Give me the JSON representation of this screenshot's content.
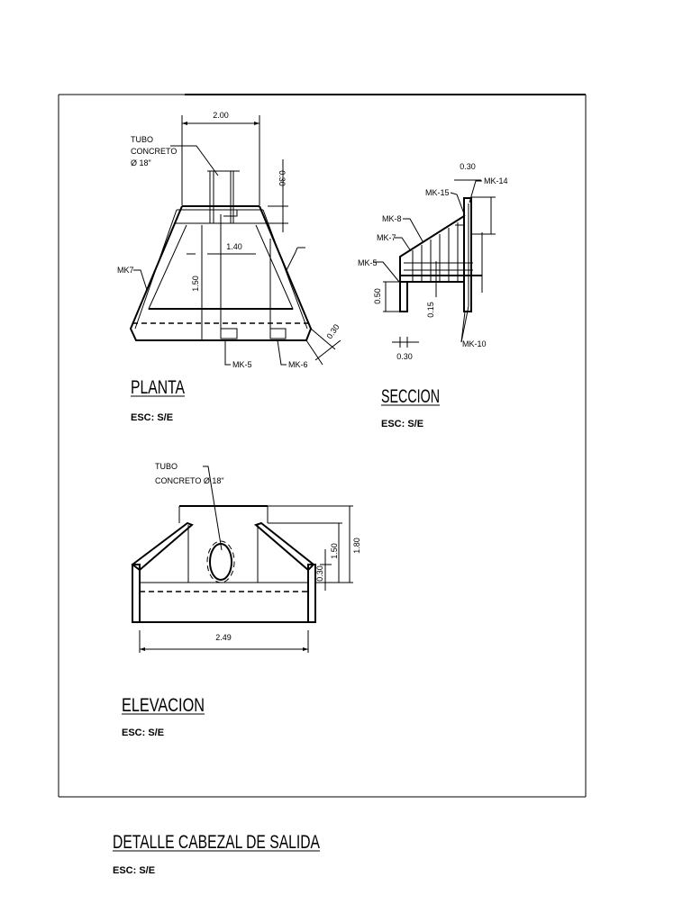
{
  "planta": {
    "dim_width": "2.00",
    "dim_inner": "1.40",
    "dim_depth": "1.50",
    "dim_top": "0.30",
    "dim_wing": "0.30",
    "pipe_label_1": "TUBO",
    "pipe_label_2": "CONCRETO",
    "pipe_label_3": "Ø 18\"",
    "mk7": "MK7",
    "mk5": "MK-5",
    "mk6": "MK-6",
    "title": "PLANTA",
    "scale": "ESC: S/E"
  },
  "seccion": {
    "dim_top": "0.30",
    "dim_wall": "0.50",
    "dim_slab": "0.15",
    "dim_bottom": "0.30",
    "mk14": "MK-14",
    "mk15": "MK-15",
    "mk8": "MK-8",
    "mk7": "MK-7",
    "mk5": "MK-5",
    "mk10": "MK-10",
    "title": "SECCION",
    "scale": "ESC: S/E"
  },
  "elevacion": {
    "pipe_label_1": "TUBO",
    "pipe_label_2": "CONCRETO Ø 18\"",
    "dim_length": "2.49",
    "dim_h1": "1.80",
    "dim_h2": "1.50",
    "dim_h3": "0.30",
    "title": "ELEVACION",
    "scale": "ESC: S/E"
  },
  "footer": {
    "title": "DETALLE CABEZAL DE SALIDA",
    "scale": "ESC: S/E"
  }
}
